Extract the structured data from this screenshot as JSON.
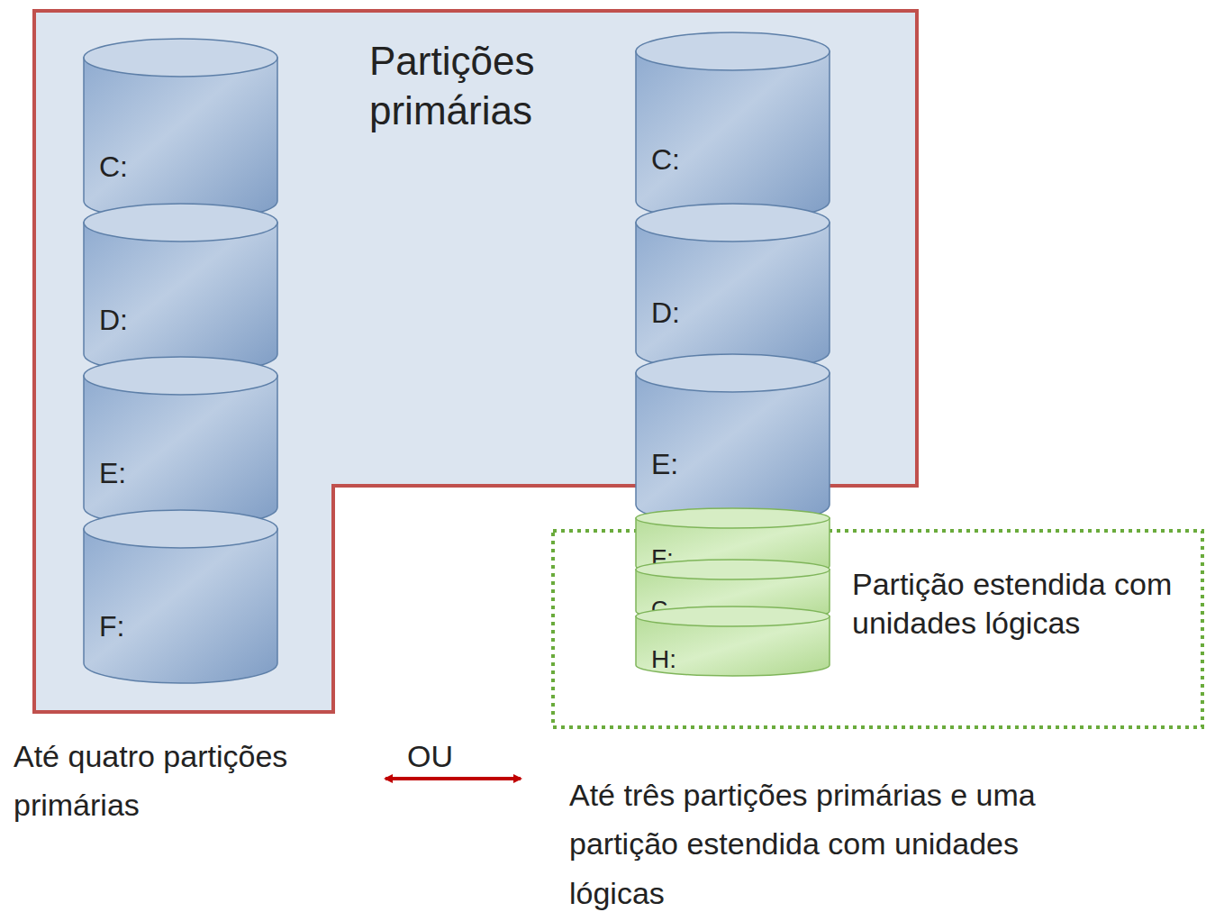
{
  "diagram": {
    "nodes": [
      {
        "text": [
          "Partições primárias"
        ]
      },
      {
        "text": [
          "C:"
        ],
        "in": 0
      },
      {
        "text": [
          "D:"
        ],
        "in": 0
      },
      {
        "text": [
          "E:"
        ],
        "in": 0
      },
      {
        "text": [
          "F:"
        ],
        "in": 0
      },
      {
        "text": [
          "C:"
        ],
        "in": 0
      },
      {
        "text": [
          "D:"
        ],
        "in": 0
      },
      {
        "text": [
          "E:"
        ],
        "in": 0
      },
      {
        "text": [
          "Partição estendida com unidades lógicas"
        ]
      },
      {
        "text": [
          "F:"
        ],
        "in": 8
      },
      {
        "text": [
          "G"
        ],
        "in": 8
      },
      {
        "text": [
          "H:"
        ],
        "in": 8
      }
    ],
    "labels": [
      "Até quatro partições primárias",
      "OU",
      "Até três partições primárias e uma partição estendida com unidades lógicas"
    ]
  }
}
